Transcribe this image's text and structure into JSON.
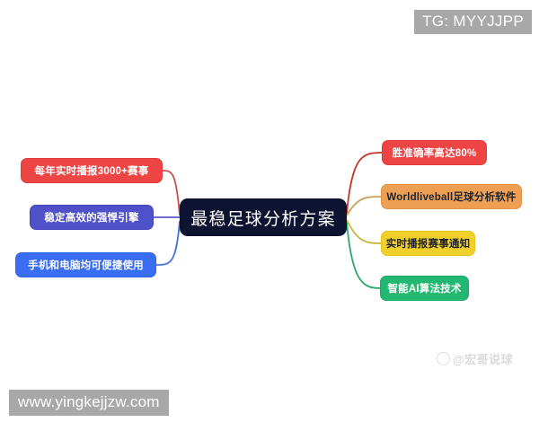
{
  "diagram": {
    "type": "mind-map",
    "background_color": "#ffffff",
    "center": {
      "label": "最稳足球分析方案",
      "background_color": "#0d1330",
      "text_color": "#ffffff"
    },
    "left_branches": [
      {
        "label": "每年实时播报3000+赛事",
        "color": "#ef4444",
        "text_color": "#ffffff",
        "connector_color": "#c94f4f"
      },
      {
        "label": "稳定高效的强悍引擎",
        "color": "#4e51c8",
        "text_color": "#ffffff",
        "connector_color": "#5a5dc4"
      },
      {
        "label": "手机和电脑均可便捷使用",
        "color": "#3a6ef2",
        "text_color": "#ffffff",
        "connector_color": "#4a74d8"
      }
    ],
    "right_branches": [
      {
        "label": "胜准确率高达80%",
        "color": "#ef4444",
        "text_color": "#ffffff",
        "connector_color": "#c0392b"
      },
      {
        "label": "Worldliveball足球分析软件",
        "color": "#eda054",
        "text_color": "#20242e",
        "connector_color": "#c9a15a"
      },
      {
        "label": "实时播报赛事通知",
        "color": "#f2d02b",
        "text_color": "#20242e",
        "connector_color": "#cbb43a"
      },
      {
        "label": "智能AI算法技术",
        "color": "#22b871",
        "text_color": "#ffffff",
        "connector_color": "#2aa86f"
      }
    ]
  },
  "watermarks": {
    "telegram": "TG: MYYJJPP",
    "website": "www.yingkejjzw.com",
    "channel": "@宏哥说球"
  }
}
